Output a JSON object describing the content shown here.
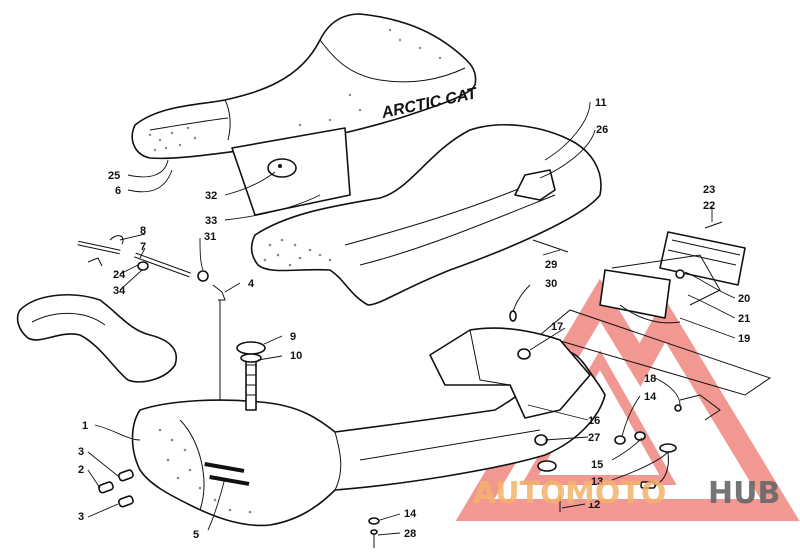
{
  "brand_text": "ARCTIC CAT",
  "callouts": [
    {
      "id": "c11",
      "text": "11"
    },
    {
      "id": "c26",
      "text": "26"
    },
    {
      "id": "c25",
      "text": "25"
    },
    {
      "id": "c6",
      "text": "6"
    },
    {
      "id": "c32",
      "text": "32"
    },
    {
      "id": "c33",
      "text": "33"
    },
    {
      "id": "c8",
      "text": "8"
    },
    {
      "id": "c7",
      "text": "7"
    },
    {
      "id": "c31",
      "text": "31"
    },
    {
      "id": "c24",
      "text": "24"
    },
    {
      "id": "c34",
      "text": "34"
    },
    {
      "id": "c4",
      "text": "4"
    },
    {
      "id": "c23",
      "text": "23"
    },
    {
      "id": "c22",
      "text": "22"
    },
    {
      "id": "c29",
      "text": "29"
    },
    {
      "id": "c30",
      "text": "30"
    },
    {
      "id": "c20",
      "text": "20"
    },
    {
      "id": "c21",
      "text": "21"
    },
    {
      "id": "c19",
      "text": "19"
    },
    {
      "id": "c9",
      "text": "9"
    },
    {
      "id": "c10",
      "text": "10"
    },
    {
      "id": "c17",
      "text": "17"
    },
    {
      "id": "c18",
      "text": "18"
    },
    {
      "id": "c14a",
      "text": "14"
    },
    {
      "id": "c1",
      "text": "1"
    },
    {
      "id": "c3a",
      "text": "3"
    },
    {
      "id": "c2",
      "text": "2"
    },
    {
      "id": "c3b",
      "text": "3"
    },
    {
      "id": "c16",
      "text": "16"
    },
    {
      "id": "c27",
      "text": "27"
    },
    {
      "id": "c15",
      "text": "15"
    },
    {
      "id": "c13",
      "text": "13"
    },
    {
      "id": "c12",
      "text": "12"
    },
    {
      "id": "c5",
      "text": "5"
    },
    {
      "id": "c14b",
      "text": "14"
    },
    {
      "id": "c28",
      "text": "28"
    }
  ],
  "watermark": {
    "part1": "AUTO",
    "part2": "MOTO",
    "part3": "HUB",
    "color1": "#f2b36b",
    "color2": "#f2b36b",
    "color3": "#666666",
    "triangle_color": "#e8453c"
  }
}
